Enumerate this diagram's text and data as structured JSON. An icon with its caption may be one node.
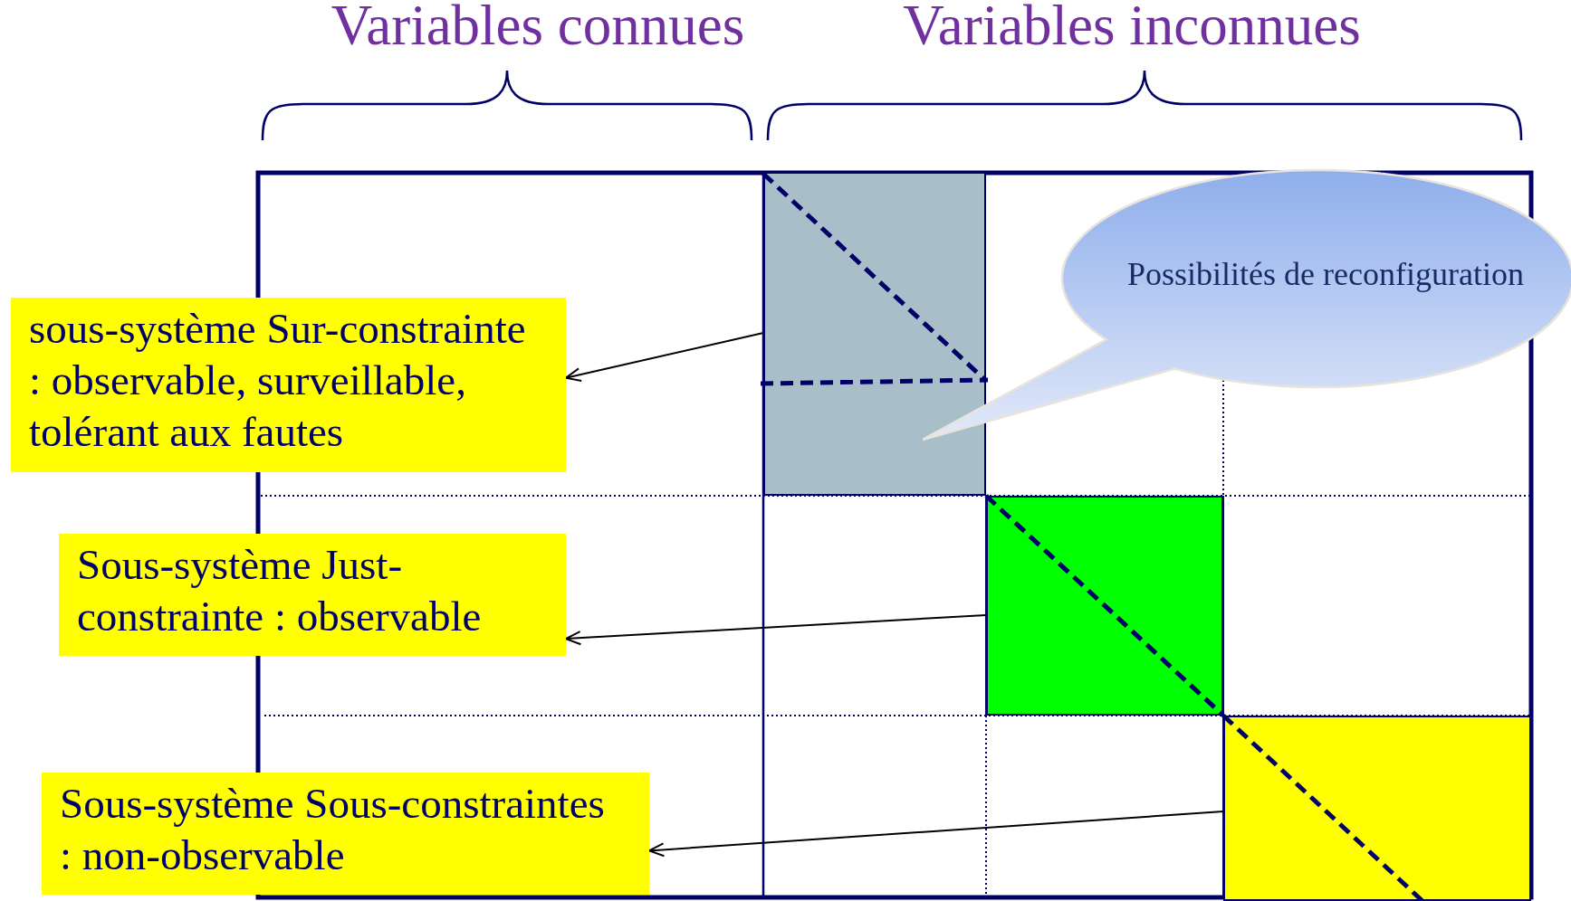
{
  "diagram": {
    "nodes": [
      {
        "text": [
          "sous-système Sur-constrainte : observable, surveillable, tolérant aux fautes"
        ]
      },
      {
        "text": [
          "Sous-système Just-constrainte : observable"
        ]
      },
      {
        "text": [
          "Sous-système Sous-constraintes : non-observable"
        ]
      },
      {
        "text": [],
        "shape": "box"
      },
      {
        "text": [],
        "shape": "box"
      },
      {
        "text": [],
        "shape": "box"
      },
      {
        "text": [
          "Possibilités de reconfiguration"
        ]
      }
    ],
    "edges": [
      {
        "from": 3,
        "to": 0,
        "arrow": "to"
      },
      {
        "from": 4,
        "to": 1,
        "arrow": "to"
      },
      {
        "from": 5,
        "to": 2,
        "arrow": "to"
      }
    ],
    "labels": [
      "Variables connues",
      "Variables inconnues"
    ]
  }
}
